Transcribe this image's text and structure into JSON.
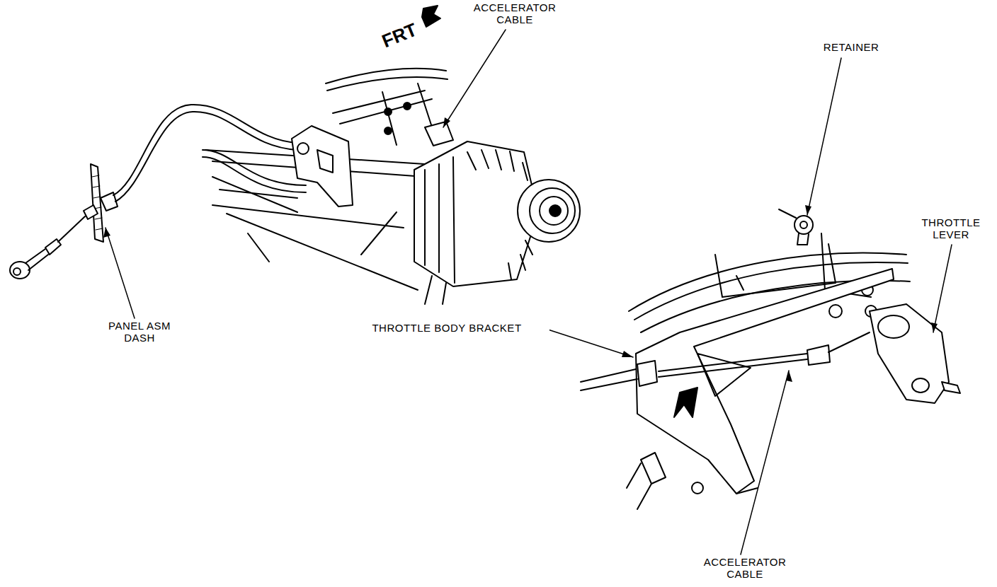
{
  "diagram": {
    "labels": [
      "FRT",
      "ACCELERATOR CABLE",
      "PANEL ASM DASH",
      "RETAINER",
      "THROTTLE LEVER",
      "THROTTLE BODY BRACKET",
      "ACCELERATOR CABLE"
    ]
  }
}
